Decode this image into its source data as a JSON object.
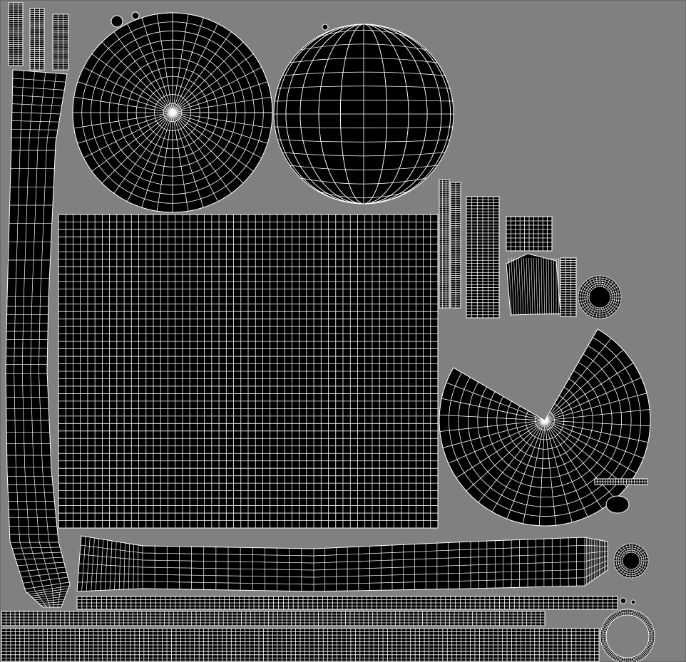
{
  "view": {
    "background_color": "#808080",
    "island_fill_color": "#000000",
    "wire_color": "#ffffff"
  },
  "islands": [
    {
      "name": "circle-fan-left"
    },
    {
      "name": "sphere-cap"
    },
    {
      "name": "large-grid"
    },
    {
      "name": "partial-fan-right"
    },
    {
      "name": "left-strap"
    },
    {
      "name": "bottom-strap"
    },
    {
      "name": "small-ring-right"
    },
    {
      "name": "ring-bottom-right"
    },
    {
      "name": "strip-bottom-1"
    },
    {
      "name": "strip-bottom-2"
    },
    {
      "name": "strip-bottom-3"
    },
    {
      "name": "small-strips-top-left"
    },
    {
      "name": "small-strips-middle"
    }
  ]
}
